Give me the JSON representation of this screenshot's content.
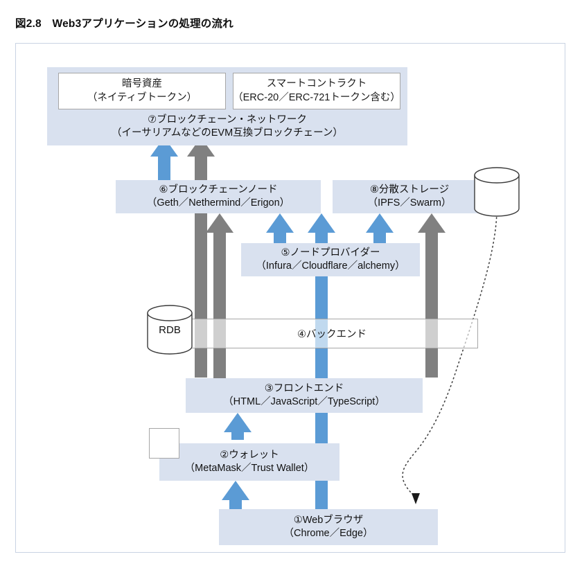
{
  "figure": {
    "caption": "図2.8　Web3アプリケーションの処理の流れ"
  },
  "colors": {
    "node_fill": "#d9e1ef",
    "arrow_blue": "#5b9bd5",
    "arrow_gray": "#808080",
    "frame_border": "#c9d3e3",
    "box_border": "#a6a6a6"
  },
  "nodes": {
    "crypto_asset": {
      "line1": "暗号資産",
      "line2": "（ネイティブトークン）"
    },
    "smart_contract": {
      "line1": "スマートコントラクト",
      "line2": "（ERC-20／ERC-721トークン含む）"
    },
    "blockchain_network": {
      "line1": "⑦ブロックチェーン・ネットワーク",
      "line2": "（イーサリアムなどのEVM互換ブロックチェーン）"
    },
    "blockchain_node": {
      "line1": "⑥ブロックチェーンノード",
      "line2": "（Geth／Nethermind／Erigon）"
    },
    "distributed_storage": {
      "line1": "⑧分散ストレージ",
      "line2": "（IPFS／Swarm）"
    },
    "node_provider": {
      "line1": "⑤ノードプロバイダー",
      "line2": "（Infura／Cloudflare／alchemy）"
    },
    "backend": {
      "line1": "④バックエンド"
    },
    "frontend": {
      "line1": "③フロントエンド",
      "line2": "（HTML／JavaScript／TypeScript）"
    },
    "wallet": {
      "line1": "②ウォレット",
      "line2": "（MetaMask／Trust Wallet）"
    },
    "web_browser": {
      "line1": "①Webブラウザ",
      "line2": "（Chrome／Edge）"
    }
  },
  "cylinders": {
    "rdb": {
      "label": "RDB"
    },
    "storage": {
      "label": ""
    }
  },
  "icons": {
    "key": "key-icon"
  }
}
